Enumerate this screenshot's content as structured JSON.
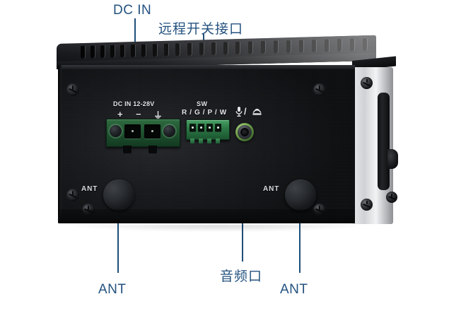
{
  "image": {
    "subject": "industrial-fanless-embedded-computer-side-panel",
    "background_color": "#ffffff",
    "annotation_color": "#24527f",
    "leader_line_color": "#1f4e79"
  },
  "callouts": [
    {
      "id": "dc-in",
      "text": "DC IN",
      "script": "latin"
    },
    {
      "id": "remote-switch",
      "text": "远程开关接口",
      "script": "cjk"
    },
    {
      "id": "audio-port",
      "text": "音频口",
      "script": "cjk"
    },
    {
      "id": "ant-left",
      "text": "ANT",
      "script": "latin"
    },
    {
      "id": "ant-right",
      "text": "ANT",
      "script": "latin"
    }
  ],
  "device": {
    "panel_legends": {
      "dc_in_rating": "DC IN 12-28V",
      "dc_plus": "+",
      "dc_minus": "−",
      "dc_ground": "⏚",
      "sw_title": "SW",
      "sw_pins": "R / G / P / W",
      "audio_mic_icon": "mic-icon",
      "audio_separator": "/",
      "audio_headphone_icon": "headphone-icon",
      "ant_left": "ANT",
      "ant_right": "ANT"
    },
    "connectors": [
      {
        "name": "dc-in-terminal-block",
        "type": "green-2-position-screw-terminal",
        "color": "#1f5330"
      },
      {
        "name": "remote-switch-header",
        "type": "green-4-pin-terminal",
        "color": "#2d7a46",
        "pins": [
          "R",
          "G",
          "P",
          "W"
        ]
      },
      {
        "name": "audio-jack",
        "type": "3.5mm-combo-jack",
        "ring_color": "#72a44d"
      },
      {
        "name": "antenna-cap-left",
        "type": "sma-hole-cap"
      },
      {
        "name": "antenna-cap-right",
        "type": "sma-hole-cap"
      }
    ],
    "chassis_color": "#191b1e",
    "bracket_color": "#cfd1d4"
  }
}
